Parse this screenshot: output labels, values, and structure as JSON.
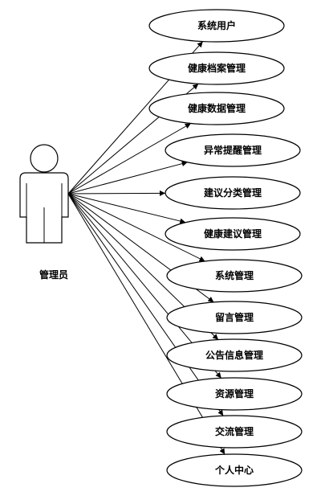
{
  "actor": {
    "label": "管理员"
  },
  "use_cases": [
    "系统用户",
    "健康档案管理",
    "健康数据管理",
    "异常提醒管理",
    "建议分类管理",
    "健康建议管理",
    "系统管理",
    "留言管理",
    "公告信息管理",
    "资源管理",
    "交流管理",
    "个人中心"
  ],
  "colors": {
    "stroke": "#000000",
    "fill": "#ffffff"
  }
}
